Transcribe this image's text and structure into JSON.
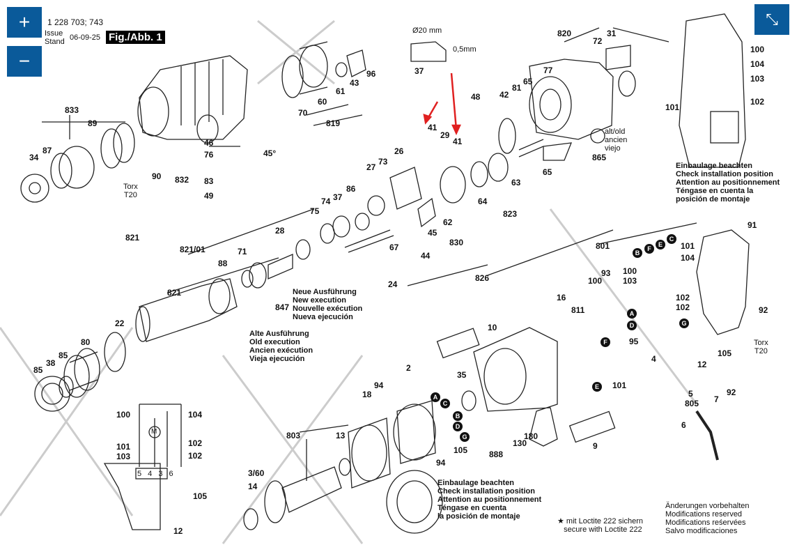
{
  "header": {
    "part_no": "1 228 703; 743",
    "issue_label": "Issue",
    "stand_label": "Stand",
    "date": "06-09-25",
    "figure": "Fig./Abb. 1"
  },
  "controls": {
    "zoom_in": "+",
    "zoom_out": "−",
    "collapse": "⤡"
  },
  "dimension": {
    "diameter": "Ø20 mm",
    "thickness": "0,5mm"
  },
  "callouts": [
    "833",
    "89",
    "34",
    "87",
    "46",
    "76",
    "83",
    "49",
    "832",
    "90",
    "45°",
    "96",
    "43",
    "61",
    "60",
    "70",
    "819",
    "37",
    "48",
    "42",
    "81",
    "65",
    "77",
    "820",
    "72",
    "31",
    "865",
    "65",
    "63",
    "64",
    "823",
    "41",
    "29",
    "41",
    "27",
    "73",
    "26",
    "62",
    "45",
    "67",
    "44",
    "24",
    "830",
    "826",
    "86",
    "37",
    "74",
    "75",
    "28",
    "71",
    "88",
    "821/01",
    "847",
    "821",
    "22",
    "80",
    "85",
    "38",
    "85",
    "821",
    "100",
    "104",
    "103",
    "101",
    "102",
    "91",
    "92",
    "801",
    "93",
    "100",
    "811",
    "16",
    "101",
    "10",
    "9",
    "100",
    "103",
    "101",
    "104",
    "102",
    "102",
    "95",
    "4",
    "12",
    "105",
    "5",
    "805",
    "7",
    "92",
    "6",
    "2",
    "35",
    "94",
    "18",
    "13",
    "803",
    "3/60",
    "14",
    "105",
    "94",
    "888",
    "130",
    "180",
    "100",
    "104",
    "101",
    "103",
    "102",
    "102",
    "105",
    "12"
  ],
  "torx_left": "Torx\nT20",
  "torx_right": "Torx\nT20",
  "alt_old": "alt/old\nancien\nviejo",
  "new_execution": "Neue Ausführung\nNew execution\nNouvelle exécution\nNueva ejecución",
  "old_execution": "Alte Ausführung\nOld execution\nAncien exécution\nVieja ejecución",
  "install_note_right": "Einbaulage beachten\nCheck installation position\nAttention au positionnement\nTéngase en cuenta la\nposición de montaje",
  "install_note_bottom": "Einbaulage beachten\nCheck installation position\nAttention au positionnement\nTéngase en cuenta\nla posición de montaje",
  "loctite_note": "★ mit Loctite 222 sichern\n   secure with Loctite 222",
  "modifications": "Änderungen vorbehalten\nModifications reserved\nModifications reśervées\nSalvo modificaciones",
  "terminal_numbers": "5 4 3 6",
  "motor_label": "M",
  "letters": [
    "B",
    "F",
    "E",
    "C",
    "A",
    "D",
    "G",
    "A",
    "C",
    "B",
    "D",
    "G",
    "E",
    "F"
  ],
  "colors": {
    "button_bg": "#0a5a9a",
    "arrow": "#e02020",
    "line": "#222222"
  }
}
